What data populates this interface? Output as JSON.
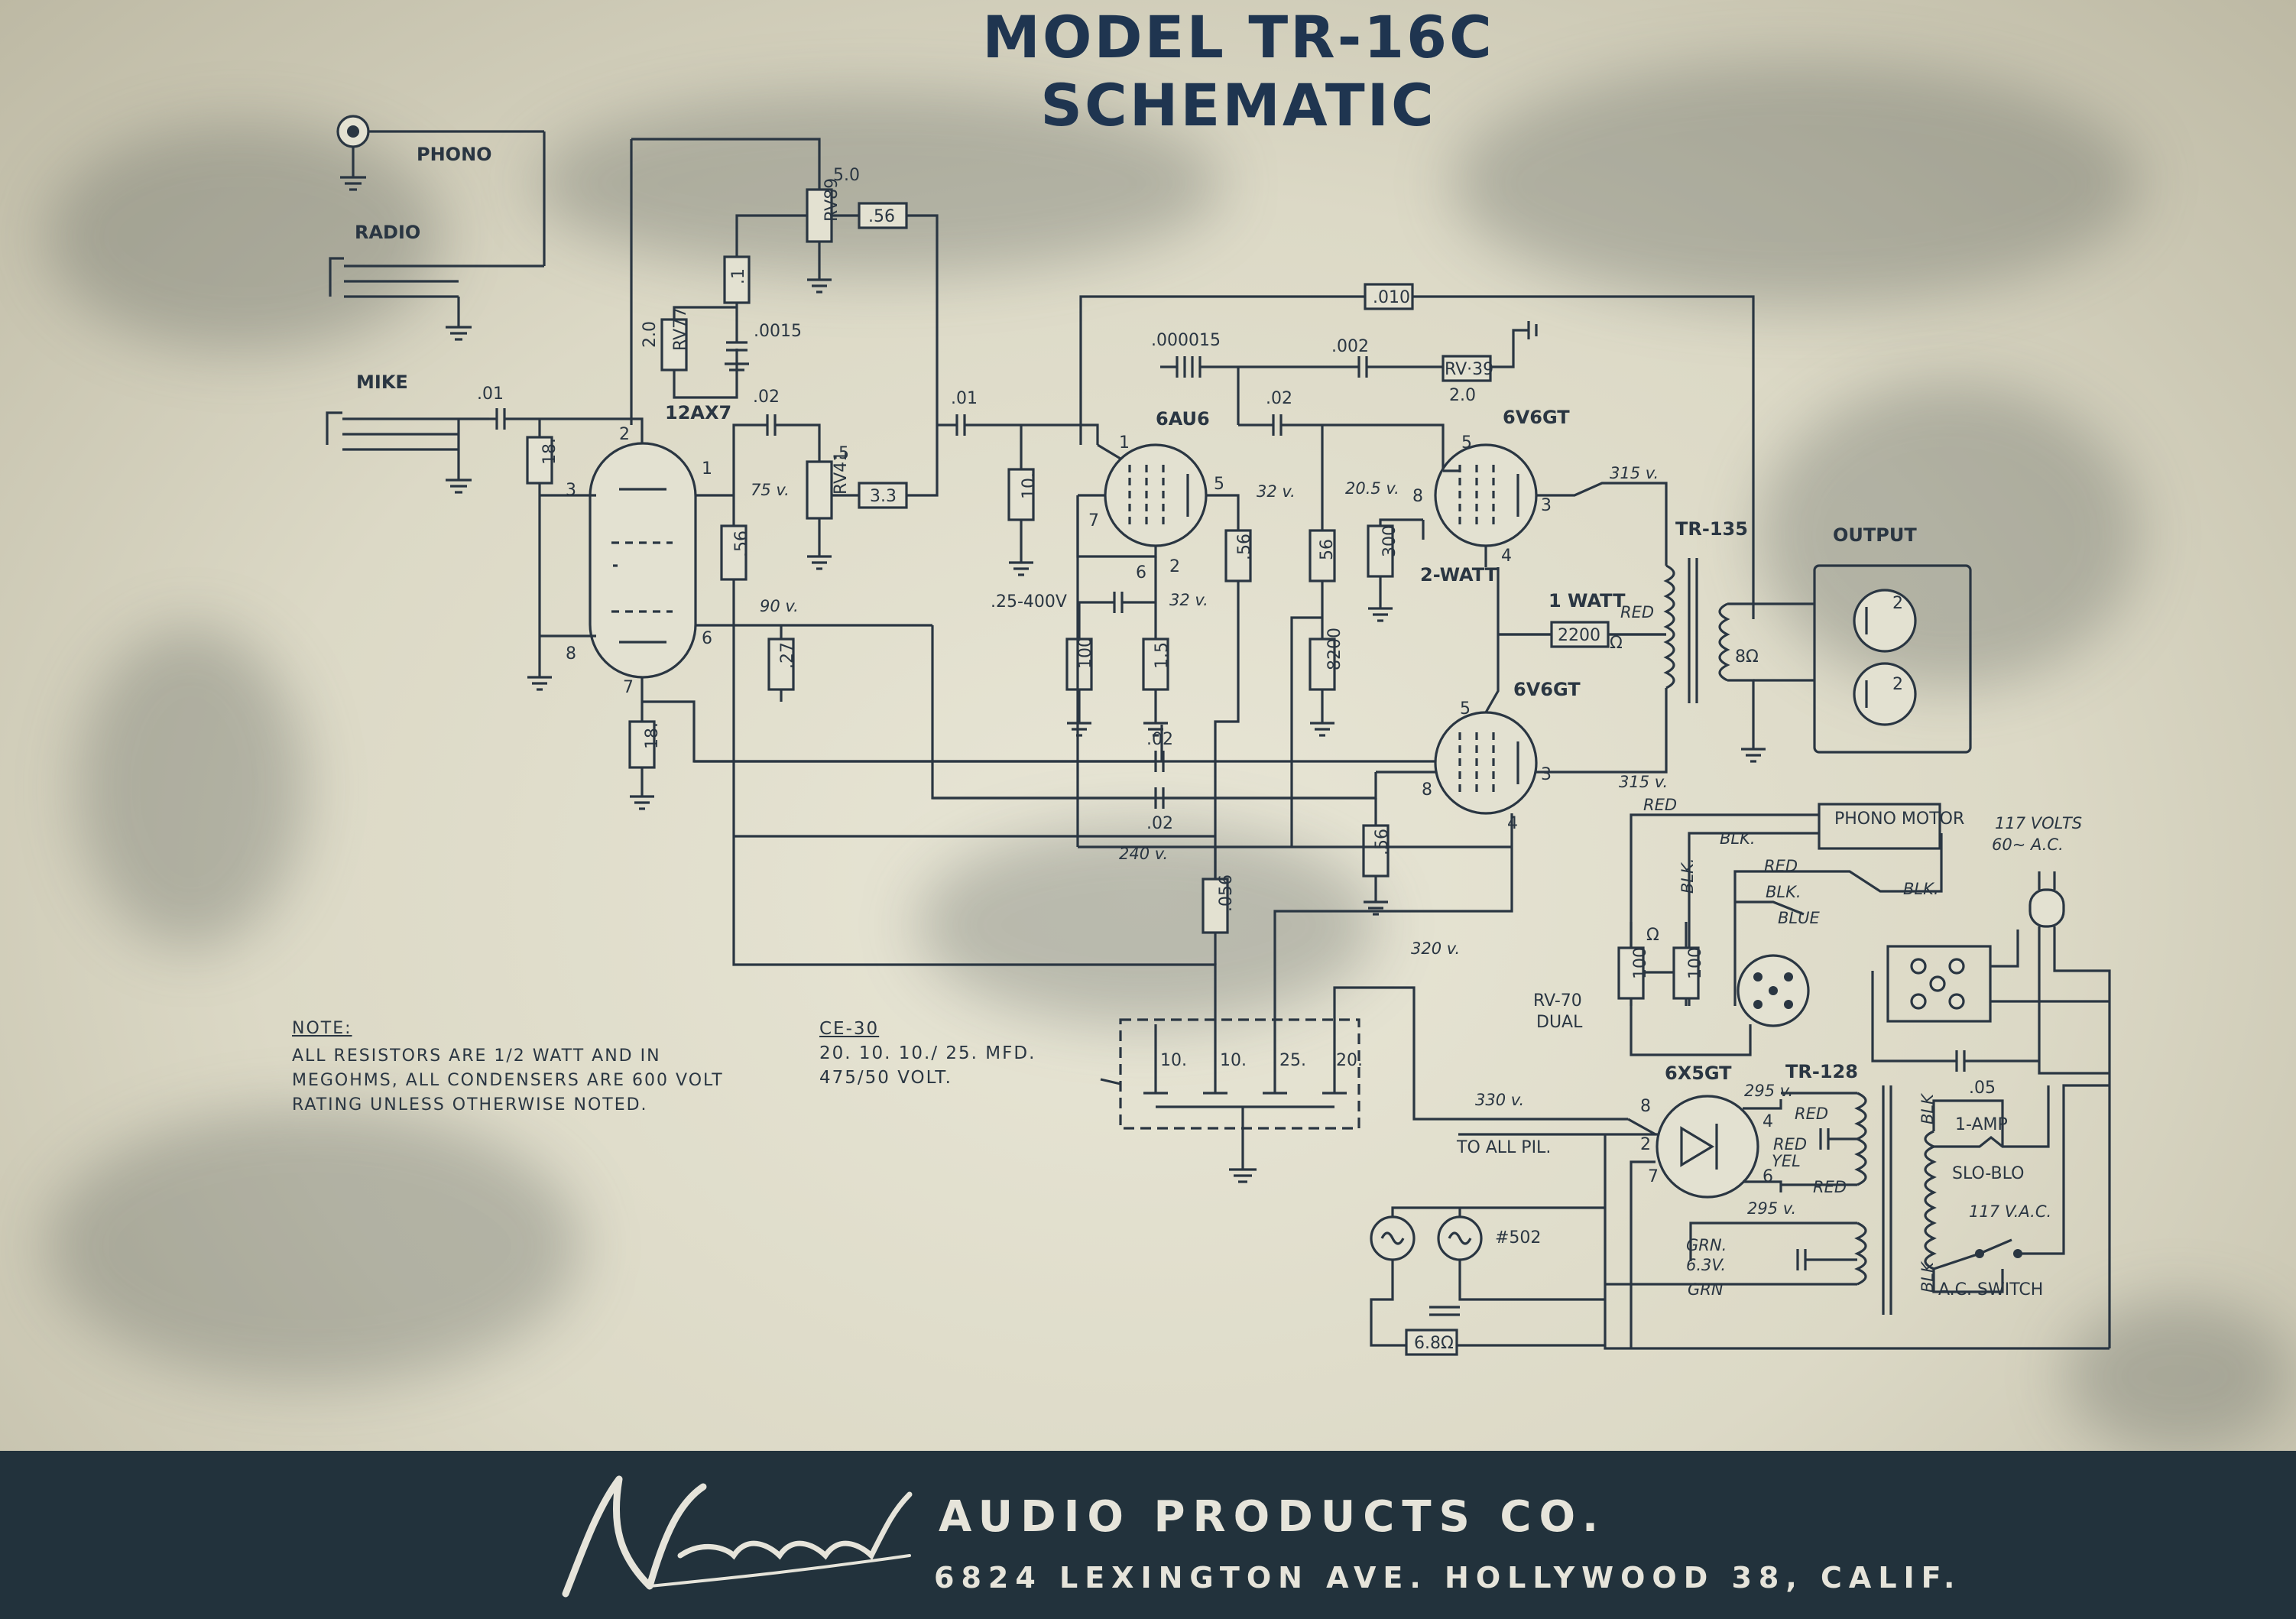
{
  "title": "MODEL TR-16C SCHEMATIC",
  "inputs": {
    "phono": "PHONO",
    "radio": "RADIO",
    "mike": "MIKE"
  },
  "tubes": {
    "v1": "12AX7",
    "v2": "6AU6",
    "v3": "6V6GT",
    "v4": "6V6GT",
    "rect": "6X5GT"
  },
  "transformers": {
    "output": "TR-135",
    "power": "TR-128"
  },
  "resistors": {
    "r_rv89": "RV89",
    "r_rv77": "RV77",
    "r_rv41": "RV41",
    "r_rv39": "RV·39",
    "r_18a": "18.",
    "r_18b": "18.",
    "r_56a": ".56",
    "r_56b": "56",
    "r_56c": ".56",
    "r_56d": ".56",
    "r_56e": "56",
    "r_27": ".27",
    "r_33": "3.3",
    "r_10": "10.",
    "r_100a": "100",
    "r_15": "1.5",
    "r_8200": "8200",
    "r_300": "300",
    "r_2200": "2200",
    "r_056": ".056",
    "r_100b": "100",
    "r_100c": "100",
    "r_1": ".1",
    "r_68": "6.8Ω"
  },
  "values": {
    "v_50": "5.0",
    "v_56top": ".56",
    "v_0015": ".0015",
    "v_20a": "2.0",
    "v_01a": ".01",
    "v_02a": ".02",
    "v_5": ".5",
    "v_01b": ".01",
    "v_000015": ".000015",
    "v_002": ".002",
    "v_20b": "2.0",
    "v_010": ".010",
    "v_02b": ".02",
    "v_25400": ".25-400V",
    "v_02c": ".02",
    "v_02d": ".02",
    "v_05": ".05"
  },
  "voltages": {
    "v75": "75 v.",
    "v90": "90 v.",
    "v32a": "32 v.",
    "v32b": "32 v.",
    "v205": "20.5 v.",
    "v315a": "315 v.",
    "v315b": "315 v.",
    "v240": "240 v.",
    "v320": "320 v.",
    "v330": "330 v.",
    "v295a": "295 v.",
    "v295b": "295 v."
  },
  "labels": {
    "two_watt": "2-WATT",
    "one_watt": "1 WATT",
    "red1": "RED",
    "red2": "RED",
    "output": "OUTPUT",
    "phono_motor": "PHONO MOTOR",
    "blk1": "BLK.",
    "blk2": "BLK.",
    "blk3": "BLK.",
    "blk4": "BLK.",
    "red3": "RED",
    "blue": "BLUE",
    "rv70": "RV-70",
    "dual": "DUAL",
    "volts117": "117 VOLTS",
    "ac60": "60∼ A.C.",
    "to_all_pil": "TO ALL PIL.",
    "grn1": "GRN.",
    "v63": "6.3V.",
    "grn2": "GRN",
    "red4": "RED",
    "yel": "YEL",
    "red5": "RED",
    "red6": "RED",
    "lamp": "#502",
    "amp1": "1-AMP",
    "slo_blo": "SLO-BLO",
    "vac117": "117 V.A.C.",
    "ac_switch": "A.C. SWITCH",
    "blk5": "BLK",
    "blk6": "BLK",
    "ohm1": "Ω",
    "ohm2": "Ω",
    "ohm3": "8Ω"
  },
  "filter_caps": [
    "10.",
    "10.",
    "25.",
    "20."
  ],
  "note": {
    "heading": "NOTE:",
    "body": "ALL RESISTORS ARE 1/2 WATT AND IN MEGOHMS, ALL CONDENSERS ARE 600 VOLT RATING UNLESS OTHERWISE NOTED."
  },
  "filter": {
    "heading": "CE-30",
    "line1": "20. 10. 10./ 25. MFD.",
    "line2": "475/50 VOLT."
  },
  "footer": {
    "signature": "Newcomb",
    "company": "AUDIO PRODUCTS CO.",
    "address": "6824 LEXINGTON AVE. HOLLYWOOD 38, CALIF."
  },
  "colors": {
    "ink": "#2a3642",
    "paper": "#e3e1d1",
    "footer": "#22323c",
    "title": "#1f3550"
  }
}
